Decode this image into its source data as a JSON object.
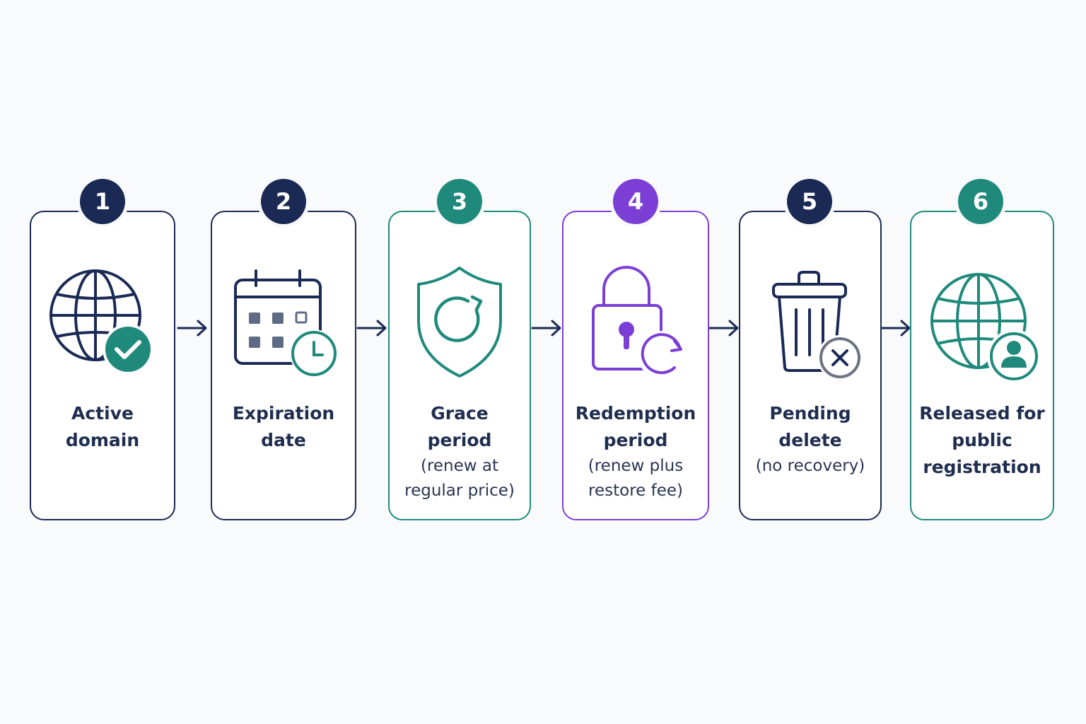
{
  "colors": {
    "navy": "#1b2a55",
    "teal": "#1f8a7c",
    "purple": "#7b3fd6",
    "gray": "#6b7280",
    "background": "#f9fafc"
  },
  "steps": [
    {
      "number": "1",
      "title_line1": "Active",
      "title_line2": "domain",
      "title_line3": "",
      "sub_line1": "",
      "sub_line2": "",
      "icon": "globe-check-icon"
    },
    {
      "number": "2",
      "title_line1": "Expiration",
      "title_line2": "date",
      "title_line3": "",
      "sub_line1": "",
      "sub_line2": "",
      "icon": "calendar-clock-icon"
    },
    {
      "number": "3",
      "title_line1": "Grace",
      "title_line2": "period",
      "title_line3": "",
      "sub_line1": "(renew at",
      "sub_line2": "regular price)",
      "icon": "shield-refresh-icon"
    },
    {
      "number": "4",
      "title_line1": "Redemption",
      "title_line2": "period",
      "title_line3": "",
      "sub_line1": "(renew plus",
      "sub_line2": "restore fee)",
      "icon": "lock-refresh-icon"
    },
    {
      "number": "5",
      "title_line1": "Pending",
      "title_line2": "delete",
      "title_line3": "",
      "sub_line1": "(no recovery)",
      "sub_line2": "",
      "icon": "trash-x-icon"
    },
    {
      "number": "6",
      "title_line1": "Released for",
      "title_line2": "public",
      "title_line3": "registration",
      "sub_line1": "",
      "sub_line2": "",
      "icon": "globe-user-icon"
    }
  ]
}
